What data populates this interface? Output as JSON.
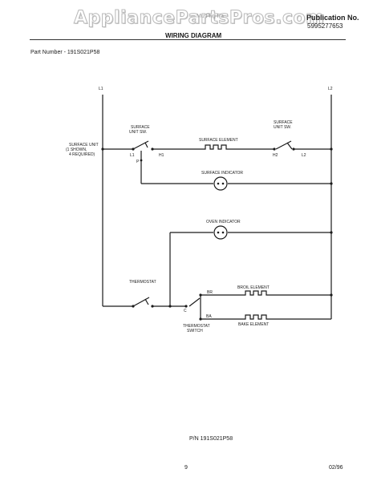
{
  "header": {
    "watermark": "AppliancePartsPros.com",
    "faint_text": "Mu Frig Fa",
    "publication_label": "Publication No.",
    "publication_number": "5995277653",
    "title": "WIRING DIAGRAM",
    "part_number": "Part Number - 191S021P58"
  },
  "diagram": {
    "line_left": "L1",
    "line_right": "L2",
    "surface_unit_note": [
      "SURFACE UNIT",
      "(1 SHOWN,",
      "4 REQUIRED)"
    ],
    "surface_unit_switch_left": [
      "SURFACE",
      "UNIT SW."
    ],
    "surface_unit_switch_right": [
      "SURFACE",
      "UNIT SW."
    ],
    "surface_element": "SURFACE ELEMENT",
    "surface_indicator": "SURFACE INDICATOR",
    "oven_indicator": "OVEN INDICATOR",
    "thermostat": "THERMOSTAT",
    "thermostat_switch": [
      "THERMOSTAT",
      "SWITCH"
    ],
    "broil_element": "BROIL ELEMENT",
    "bake_element": "BAKE ELEMENT",
    "terminals": {
      "l1": "L1",
      "h1": "H1",
      "p": "P",
      "h2": "H2",
      "l2": "L2",
      "br": "BR",
      "ba": "BA",
      "c": "C"
    }
  },
  "footer": {
    "pn": "P/N  191S021P58",
    "page": "9",
    "date": "02/96"
  }
}
